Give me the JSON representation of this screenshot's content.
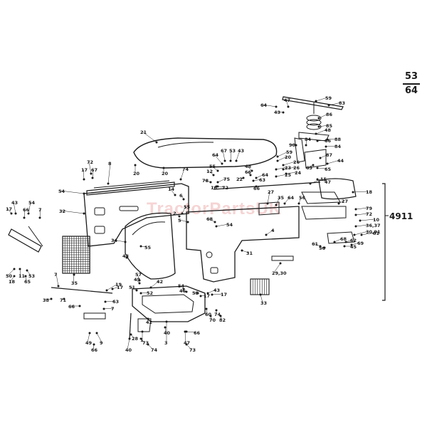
{
  "page": {
    "number_top": "53",
    "number_bottom": "64"
  },
  "group": {
    "number": "4911"
  },
  "watermark": {
    "text": "TractorPartsUK"
  },
  "colors": {
    "ink": "#1a1a1a",
    "paper": "#ffffff",
    "watermark": "#d73c3c"
  },
  "callouts": [
    {
      "id": "c59a",
      "text": "59"
    },
    {
      "id": "c83",
      "text": "83"
    },
    {
      "id": "c64a",
      "text": "64"
    },
    {
      "id": "c47a",
      "text": "47"
    },
    {
      "id": "c43a",
      "text": "43"
    },
    {
      "id": "c86",
      "text": "86"
    },
    {
      "id": "c85",
      "text": "85"
    },
    {
      "id": "c48a",
      "text": "48"
    },
    {
      "id": "c66a",
      "text": "66"
    },
    {
      "id": "c88",
      "text": "88"
    },
    {
      "id": "c84a",
      "text": "84"
    },
    {
      "id": "c90",
      "text": "90"
    },
    {
      "id": "c84b",
      "text": "84"
    },
    {
      "id": "c87",
      "text": "87"
    },
    {
      "id": "c44a",
      "text": "44"
    },
    {
      "id": "c63a",
      "text": "63"
    },
    {
      "id": "c65",
      "text": "65"
    },
    {
      "id": "c47b",
      "text": "47"
    },
    {
      "id": "c21",
      "text": "21"
    },
    {
      "id": "c20a",
      "text": "20"
    },
    {
      "id": "c20b",
      "text": "20"
    },
    {
      "id": "c72a",
      "text": "72"
    },
    {
      "id": "c17a",
      "text": "17"
    },
    {
      "id": "c67a",
      "text": "67"
    },
    {
      "id": "c8",
      "text": "8"
    },
    {
      "id": "c74a",
      "text": "74"
    },
    {
      "id": "c64b",
      "text": "64"
    },
    {
      "id": "c67b",
      "text": "67"
    },
    {
      "id": "c53a",
      "text": "53"
    },
    {
      "id": "c43b",
      "text": "43"
    },
    {
      "id": "c59b",
      "text": "59"
    },
    {
      "id": "c20c",
      "text": "20"
    },
    {
      "id": "c26a",
      "text": "26"
    },
    {
      "id": "c26b",
      "text": "26"
    },
    {
      "id": "c23",
      "text": "23"
    },
    {
      "id": "c24",
      "text": "24"
    },
    {
      "id": "c25",
      "text": "25"
    },
    {
      "id": "c22",
      "text": "22"
    },
    {
      "id": "c55a",
      "text": "55"
    },
    {
      "id": "c12",
      "text": "12"
    },
    {
      "id": "c48b",
      "text": "48"
    },
    {
      "id": "c75",
      "text": "75"
    },
    {
      "id": "c66b",
      "text": "66"
    },
    {
      "id": "c63b",
      "text": "63"
    },
    {
      "id": "c78",
      "text": "78"
    },
    {
      "id": "c16",
      "text": "16"
    },
    {
      "id": "c72b",
      "text": "72"
    },
    {
      "id": "c64c",
      "text": "64"
    },
    {
      "id": "c66c",
      "text": "66"
    },
    {
      "id": "c15",
      "text": "15"
    },
    {
      "id": "c18",
      "text": "18"
    },
    {
      "id": "c27a",
      "text": "27"
    },
    {
      "id": "c35a",
      "text": "35"
    },
    {
      "id": "c64d",
      "text": "64"
    },
    {
      "id": "c56a",
      "text": "56"
    },
    {
      "id": "c27b",
      "text": "27"
    },
    {
      "id": "c79",
      "text": "79"
    },
    {
      "id": "c72c",
      "text": "72"
    },
    {
      "id": "c10",
      "text": "10"
    },
    {
      "id": "c3637",
      "text": "36,37"
    },
    {
      "id": "c54a",
      "text": "54"
    },
    {
      "id": "c14",
      "text": "14"
    },
    {
      "id": "c6",
      "text": "6"
    },
    {
      "id": "c55b",
      "text": "55"
    },
    {
      "id": "c32",
      "text": "32"
    },
    {
      "id": "c43c",
      "text": "43"
    },
    {
      "id": "c17b",
      "text": "17"
    },
    {
      "id": "c66d",
      "text": "66"
    },
    {
      "id": "c54b",
      "text": "54"
    },
    {
      "id": "c7a",
      "text": "7"
    },
    {
      "id": "c34",
      "text": "34"
    },
    {
      "id": "c68a",
      "text": "68"
    },
    {
      "id": "c54c",
      "text": "54"
    },
    {
      "id": "c5",
      "text": "5"
    },
    {
      "id": "c2",
      "text": "2"
    },
    {
      "id": "c31",
      "text": "31"
    },
    {
      "id": "c4",
      "text": "4"
    },
    {
      "id": "c3091",
      "text": "30,91"
    },
    {
      "id": "c68b",
      "text": "68"
    },
    {
      "id": "c61",
      "text": "61"
    },
    {
      "id": "c56b",
      "text": "56"
    },
    {
      "id": "c62",
      "text": "62"
    },
    {
      "id": "c69",
      "text": "69"
    },
    {
      "id": "c45",
      "text": "45"
    },
    {
      "id": "c2930",
      "text": "29,30"
    },
    {
      "id": "c50",
      "text": "50"
    },
    {
      "id": "c11",
      "text": "11"
    },
    {
      "id": "c53b",
      "text": "53"
    },
    {
      "id": "c18b",
      "text": "18"
    },
    {
      "id": "c65b",
      "text": "65"
    },
    {
      "id": "c35b",
      "text": "35"
    },
    {
      "id": "c43d",
      "text": "43"
    },
    {
      "id": "c55c",
      "text": "55"
    },
    {
      "id": "c57",
      "text": "57"
    },
    {
      "id": "c49a",
      "text": "49"
    },
    {
      "id": "c51",
      "text": "51"
    },
    {
      "id": "c42a",
      "text": "42"
    },
    {
      "id": "c19",
      "text": "19"
    },
    {
      "id": "c52",
      "text": "52"
    },
    {
      "id": "c54d",
      "text": "54"
    },
    {
      "id": "c46",
      "text": "46"
    },
    {
      "id": "c58",
      "text": "58"
    },
    {
      "id": "c43e",
      "text": "43"
    },
    {
      "id": "c17c",
      "text": "17"
    },
    {
      "id": "c33",
      "text": "33"
    },
    {
      "id": "c60",
      "text": "60"
    },
    {
      "id": "c74b",
      "text": "74"
    },
    {
      "id": "c70",
      "text": "70"
    },
    {
      "id": "c82",
      "text": "82"
    },
    {
      "id": "c28",
      "text": "28"
    },
    {
      "id": "c42b",
      "text": "42"
    },
    {
      "id": "c1",
      "text": "1"
    },
    {
      "id": "c3",
      "text": "3"
    },
    {
      "id": "c40",
      "text": "40"
    },
    {
      "id": "c73a",
      "text": "73"
    },
    {
      "id": "c74c",
      "text": "74"
    },
    {
      "id": "c47c",
      "text": "47"
    },
    {
      "id": "c73b",
      "text": "73"
    },
    {
      "id": "c49b",
      "text": "49"
    },
    {
      "id": "c9",
      "text": "9"
    },
    {
      "id": "c66e",
      "text": "66"
    },
    {
      "id": "c7b",
      "text": "7"
    },
    {
      "id": "c17d",
      "text": "17"
    },
    {
      "id": "c63c",
      "text": "63"
    },
    {
      "id": "c66f",
      "text": "66"
    },
    {
      "id": "c7c",
      "text": "7"
    },
    {
      "id": "c38",
      "text": "38"
    },
    {
      "id": "c66g",
      "text": "66"
    },
    {
      "id": "c40b",
      "text": "40"
    },
    {
      "id": "c71",
      "text": "71"
    },
    {
      "id": "c17e",
      "text": "17"
    },
    {
      "id": "c81",
      "text": "81"
    }
  ]
}
